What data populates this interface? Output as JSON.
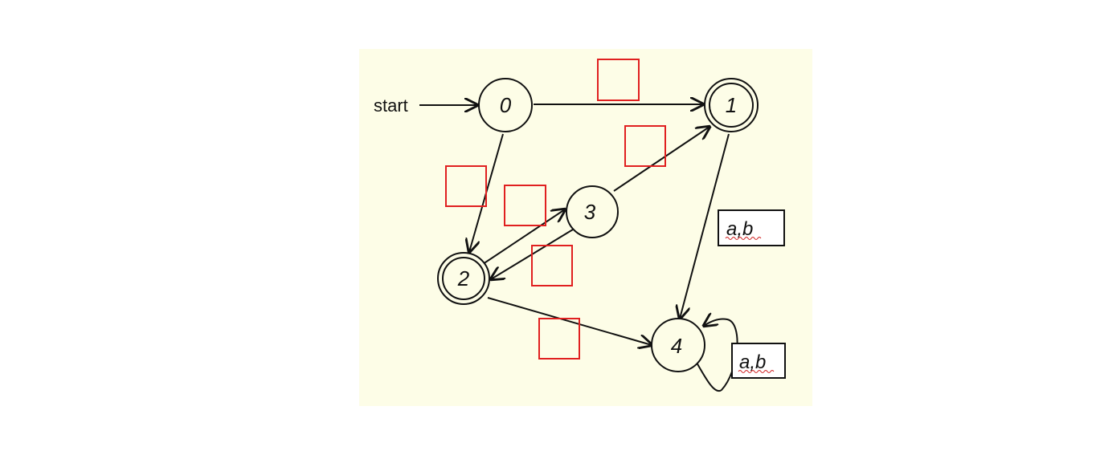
{
  "diagram": {
    "start_label": "start",
    "states": [
      {
        "id": "0",
        "label": "0",
        "accepting": false
      },
      {
        "id": "1",
        "label": "1",
        "accepting": true
      },
      {
        "id": "2",
        "label": "2",
        "accepting": true
      },
      {
        "id": "3",
        "label": "3",
        "accepting": false
      },
      {
        "id": "4",
        "label": "4",
        "accepting": false
      }
    ],
    "transitions": [
      {
        "from": "start",
        "to": "0",
        "label": ""
      },
      {
        "from": "0",
        "to": "1",
        "label": "",
        "blank_box": true
      },
      {
        "from": "0",
        "to": "2",
        "label": "",
        "blank_box": true
      },
      {
        "from": "2",
        "to": "3",
        "label": "",
        "blank_box": true
      },
      {
        "from": "3",
        "to": "2",
        "label": "",
        "blank_box": true
      },
      {
        "from": "3",
        "to": "1",
        "label": "",
        "blank_box": true
      },
      {
        "from": "2",
        "to": "4",
        "label": "",
        "blank_box": true
      },
      {
        "from": "1",
        "to": "4",
        "label": "a,b"
      },
      {
        "from": "4",
        "to": "4",
        "label": "a,b"
      }
    ],
    "colors": {
      "background": "#fdfde7",
      "stroke": "#111111",
      "blank_box": "#e02020"
    }
  }
}
